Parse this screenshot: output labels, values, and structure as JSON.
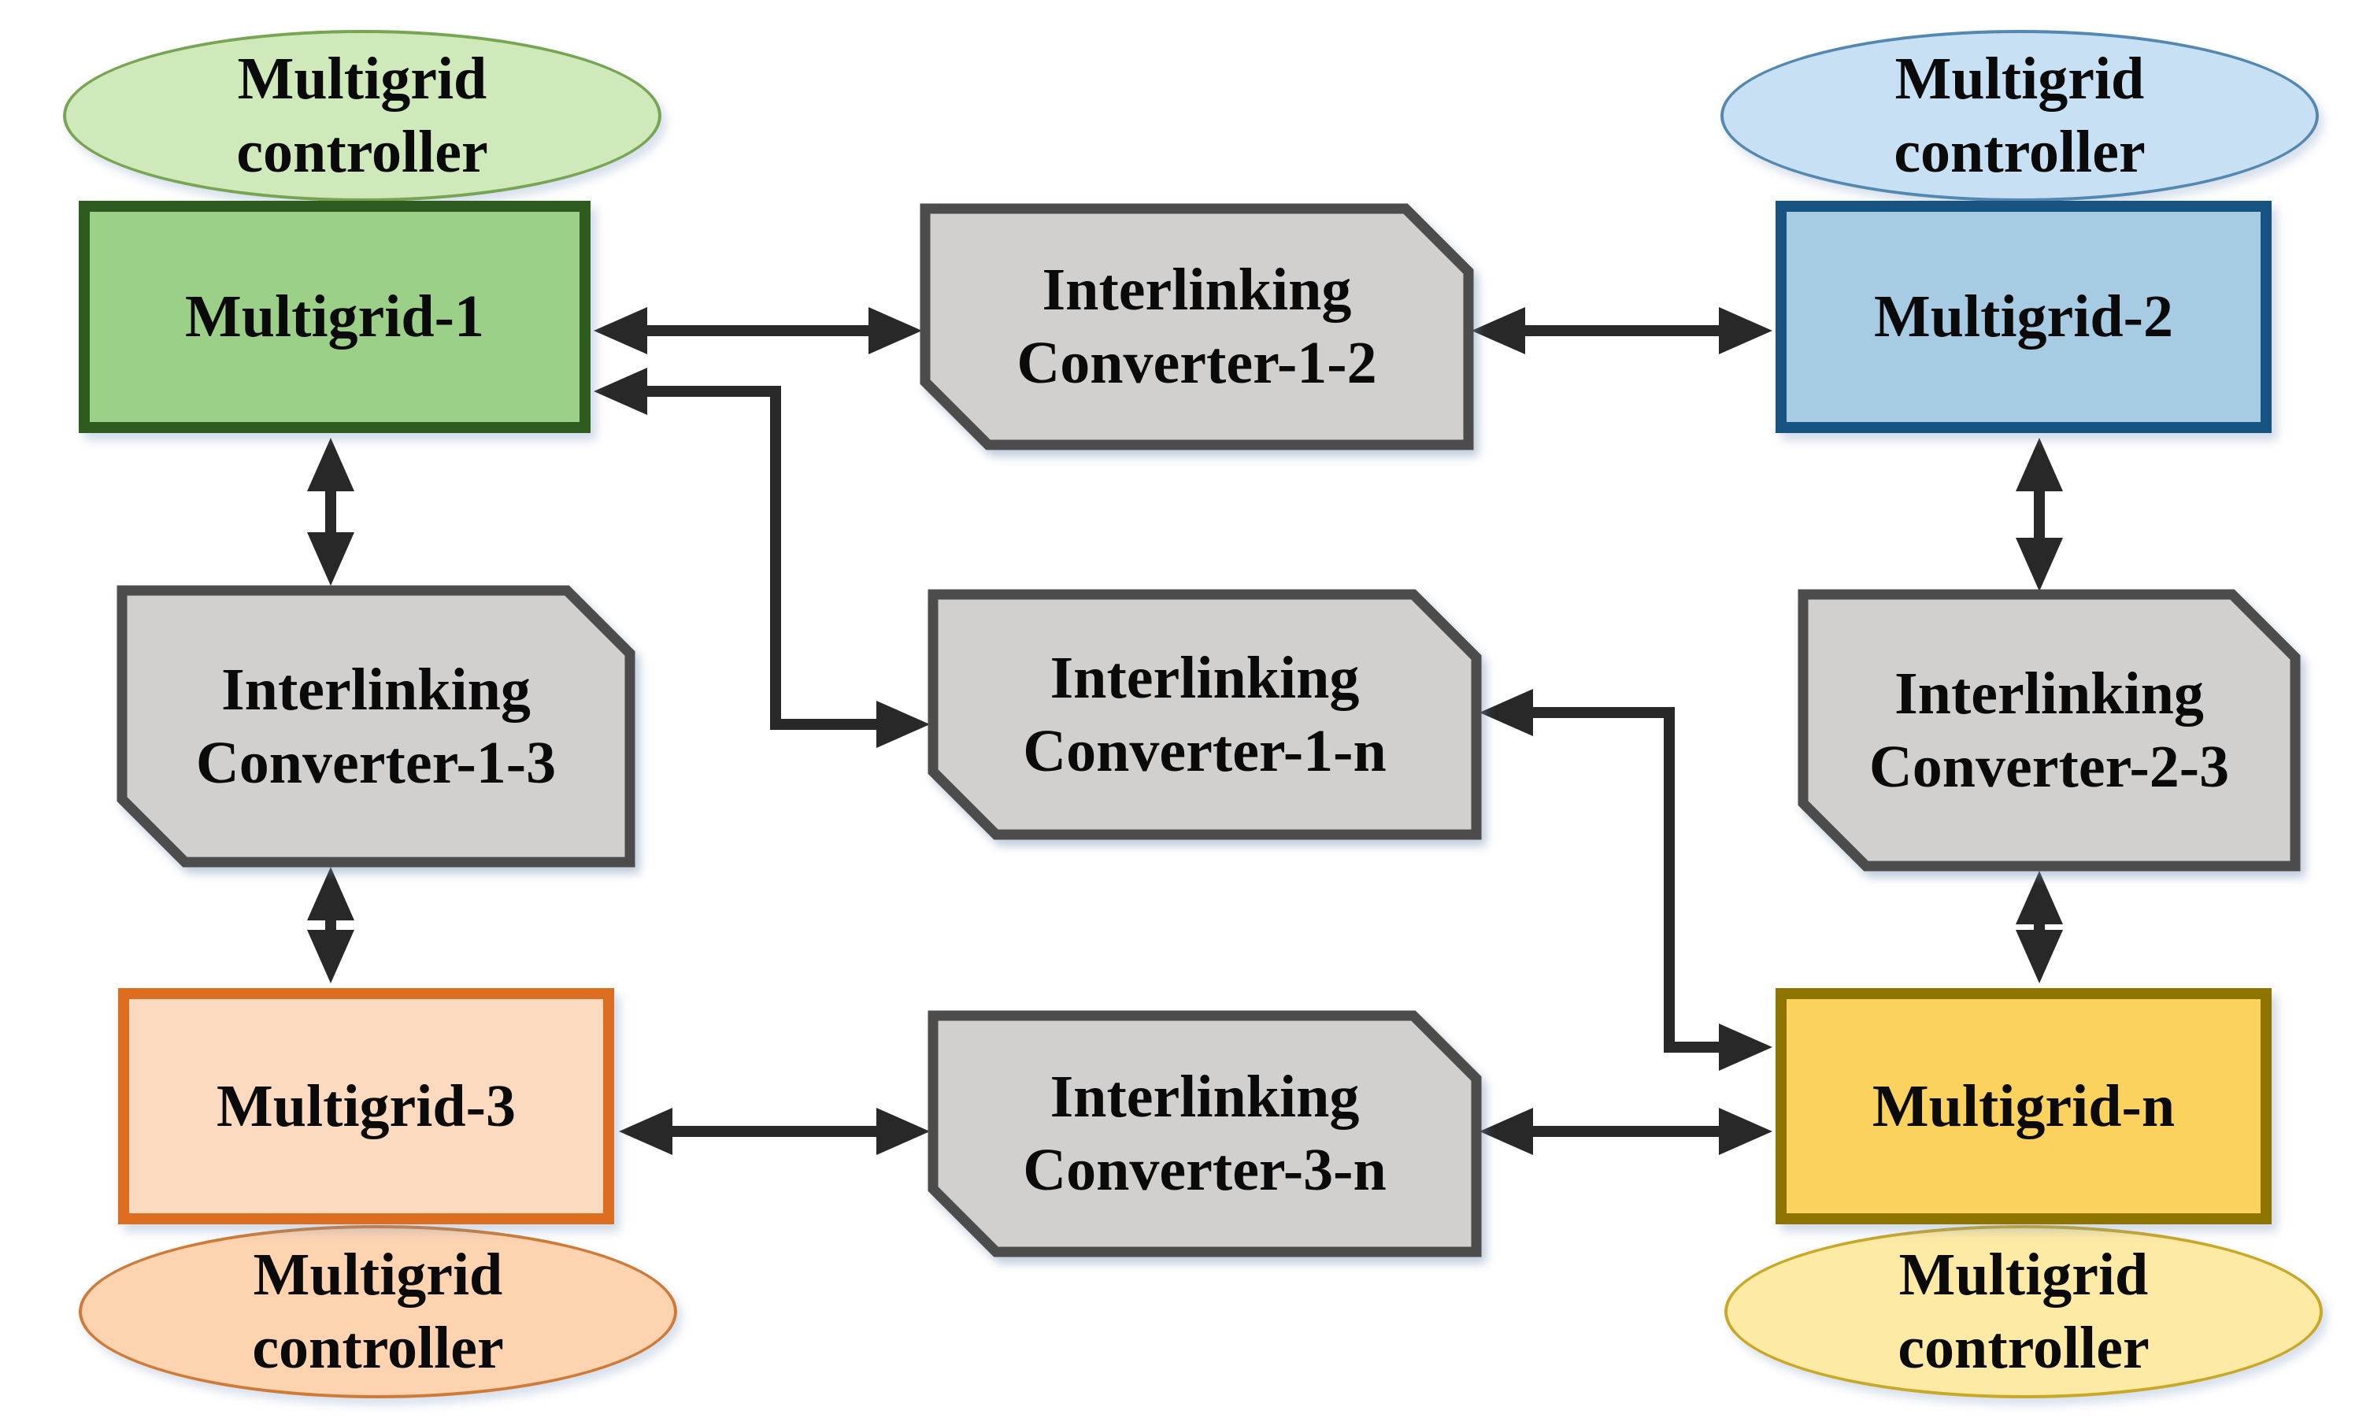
{
  "arrow_color": "#282828",
  "nodes": {
    "multigrid_1": {
      "label": "Multigrid-1",
      "fill": "#9ccf87",
      "border": "#2d5c1e"
    },
    "multigrid_2": {
      "label": "Multigrid-2",
      "fill": "#a6cbe3",
      "border": "#175380"
    },
    "multigrid_3": {
      "label": "Multigrid-3",
      "fill": "#fcdabf",
      "border": "#dd6e1f"
    },
    "multigrid_n": {
      "label": "Multigrid-n",
      "fill": "#fbd25e",
      "border": "#8f7400"
    },
    "controller_1": {
      "label": "Multigrid\ncontroller",
      "fill": "#cfe9ba",
      "border": "#77a553"
    },
    "controller_2": {
      "label": "Multigrid\ncontroller",
      "fill": "#c8e0f4",
      "border": "#5588b0"
    },
    "controller_3": {
      "label": "Multigrid\ncontroller",
      "fill": "#fdd3b0",
      "border": "#cf7a36"
    },
    "controller_n": {
      "label": "Multigrid\ncontroller",
      "fill": "#fdeaa4",
      "border": "#c9a727"
    }
  },
  "converters": {
    "fill": "#d2d0ce",
    "border": "#4c4c4c",
    "c_1_2": {
      "label": "Interlinking\nConverter-1-2"
    },
    "c_1_3": {
      "label": "Interlinking\nConverter-1-3"
    },
    "c_1_n": {
      "label": "Interlinking\nConverter-1-n"
    },
    "c_2_3": {
      "label": "Interlinking\nConverter-2-3"
    },
    "c_3_n": {
      "label": "Interlinking\nConverter-3-n"
    }
  }
}
